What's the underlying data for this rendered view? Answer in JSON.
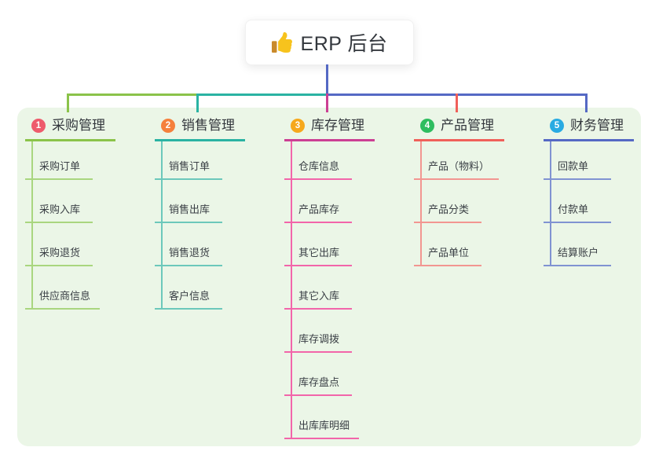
{
  "page": {
    "background_color": "#ffffff",
    "panel_color": "#ebf6e7"
  },
  "root": {
    "title": "ERP 后台",
    "icon": "thumbs-up-icon",
    "stem_color": "#5569c4"
  },
  "branches": [
    {
      "badge": "1",
      "badge_color": "#ee5b6c",
      "color": "#8bc34a",
      "light_color": "#a9d67f",
      "title": "采购管理",
      "items": [
        "采购订单",
        "采购入库",
        "采购退货",
        "供应商信息"
      ]
    },
    {
      "badge": "2",
      "badge_color": "#f5803c",
      "color": "#2ab3a3",
      "light_color": "#6cc8bb",
      "title": "销售管理",
      "items": [
        "销售订单",
        "销售出库",
        "销售退货",
        "客户信息"
      ]
    },
    {
      "badge": "3",
      "badge_color": "#cc3f94",
      "color": "#cc3f94",
      "light_color": "#f265aa",
      "title": "库存管理",
      "items": [
        "仓库信息",
        "产品库存",
        "其它出库",
        "其它入库",
        "库存调拨",
        "库存盘点",
        "出库库明细"
      ]
    },
    {
      "badge": "4",
      "badge_color": "#2ebd5f",
      "color": "#f0605a",
      "light_color": "#f29691",
      "title": "产品管理",
      "items": [
        "产品（物料）",
        "产品分类",
        "产品单位"
      ]
    },
    {
      "badge": "5",
      "badge_color": "#29abe2",
      "color": "#5569c4",
      "light_color": "#8093d2",
      "title": "财务管理",
      "items": [
        "回款单",
        "付款单",
        "结算账户"
      ]
    }
  ],
  "badge_overrides": {
    "branch3_badge_color": "#f6a81c"
  }
}
